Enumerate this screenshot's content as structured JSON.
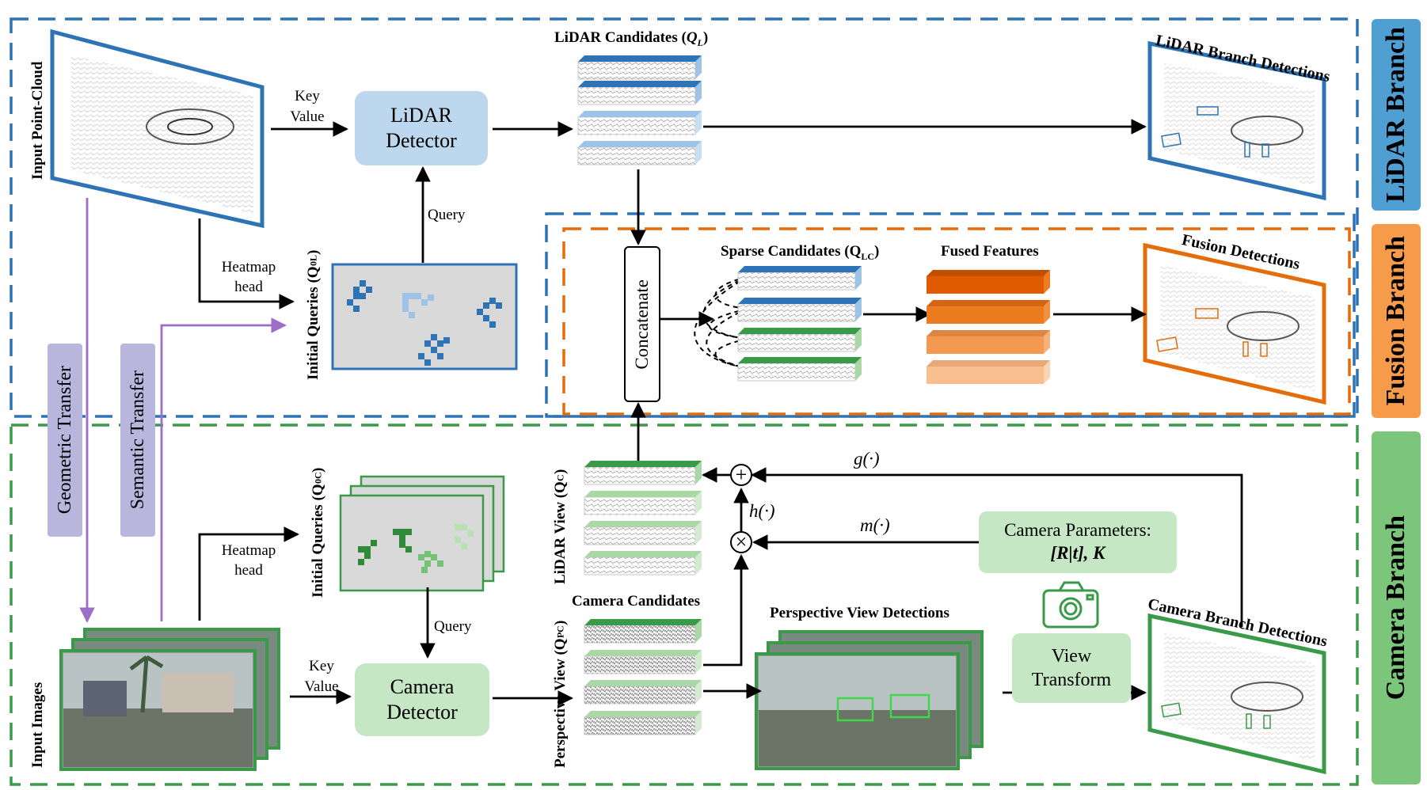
{
  "branches": {
    "lidar": "LiDAR Branch",
    "fusion": "Fusion Branch",
    "camera": "Camera Branch"
  },
  "colors": {
    "lidar": "#2e74b5",
    "lidar_fill": "#bdd7ee",
    "fusion": "#e46c0a",
    "camera": "#3a9a48",
    "camera_fill": "#c6e7c3",
    "transfer": "#9b6fc8",
    "side_lidar": "#4f9fd3",
    "side_fusion": "#f59b4a",
    "side_camera": "#7cc67b"
  },
  "lidar_branch": {
    "input_label": "Input Point-Cloud",
    "key_value": [
      "Key",
      "Value"
    ],
    "detector": [
      "LiDAR",
      "Detector"
    ],
    "query": "Query",
    "heatmap_head": [
      "Heatmap",
      "head"
    ],
    "initial_queries": "Initial Queries (Q",
    "initial_queries_sup": "0",
    "initial_queries_sub": "L",
    "candidates_title": "LiDAR Candidates (",
    "candidates_sym": "Q",
    "candidates_sub": "L",
    "detections_title": "LiDAR Branch Detections"
  },
  "fusion_branch": {
    "concatenate": "Concatenate",
    "sparse_title": "Sparse Candidates (Q",
    "sparse_sub": "LC",
    "fused_title": "Fused Features",
    "detections_title": "Fusion Detections"
  },
  "camera_branch": {
    "input_label": "Input Images",
    "key_value": [
      "Key",
      "Value"
    ],
    "detector": [
      "Camera",
      "Detector"
    ],
    "query": "Query",
    "heatmap_head": [
      "Heatmap",
      "head"
    ],
    "initial_queries": "Initial Queries (Q",
    "initial_queries_sup": "0",
    "initial_queries_sub": "C",
    "candidates_title": "Camera Candidates",
    "perspective_view": "Perspective View (Q",
    "perspective_sup": "P",
    "perspective_sub": "C",
    "lidar_view": "LiDAR View (Q",
    "lidar_view_sub": "C",
    "pv_detections_title": "Perspective View Detections",
    "camera_parameters": [
      "Camera Parameters:",
      "[R|t], K"
    ],
    "view_transform": [
      "View",
      "Transform"
    ],
    "detections_title": "Camera Branch Detections",
    "g_label": "g(·)",
    "h_label": "h(·)",
    "m_label": "m(·)",
    "plus": "+",
    "times": "×"
  },
  "transfers": {
    "geometric": "Geometric Transfer",
    "semantic": "Semantic Transfer"
  },
  "icons": [
    "camera-icon"
  ]
}
